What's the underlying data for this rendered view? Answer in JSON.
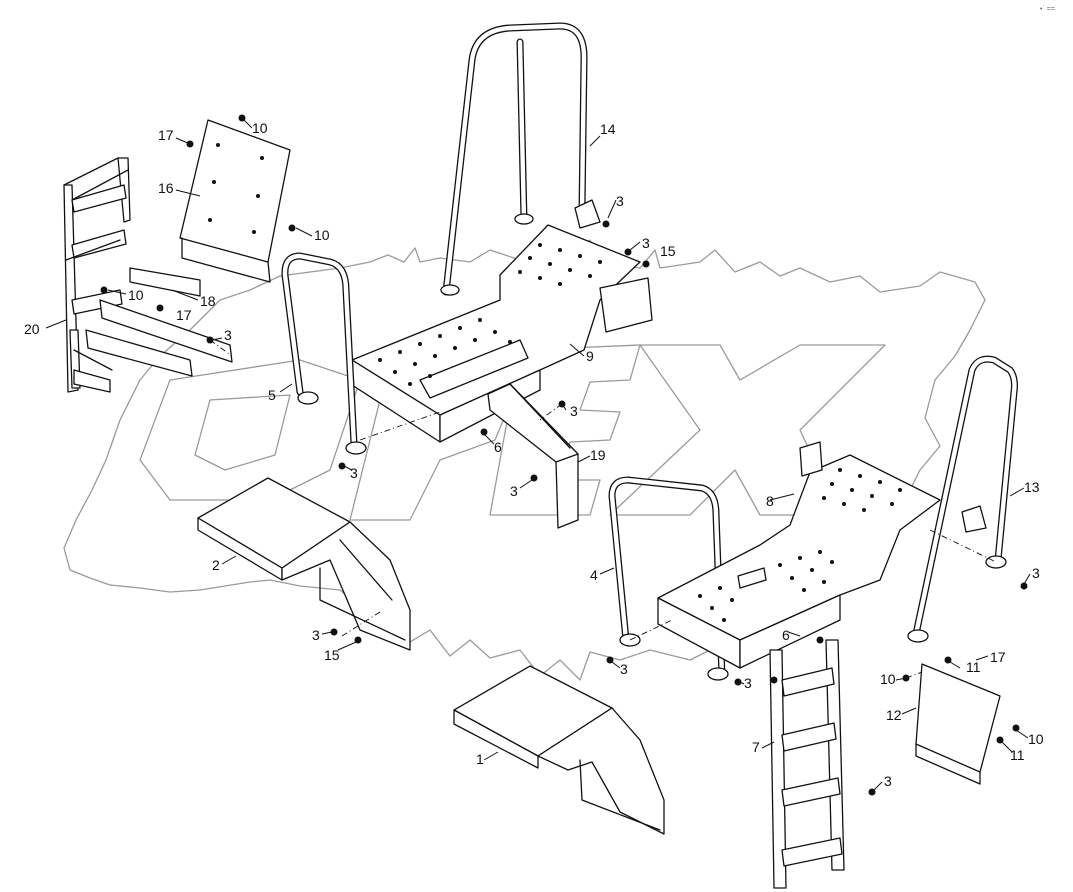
{
  "diagram": {
    "corner_mark": "•˙ ==",
    "watermark_text": "OPEX",
    "callouts": {
      "c1": "1",
      "c2": "2",
      "c3": "3",
      "c4": "4",
      "c5": "5",
      "c6": "6",
      "c7": "7",
      "c8": "8",
      "c9": "9",
      "c10": "10",
      "c11": "11",
      "c12": "12",
      "c13": "13",
      "c14": "14",
      "c15": "15",
      "c16": "16",
      "c17": "17",
      "c18": "18",
      "c19": "19",
      "c20": "20"
    }
  }
}
